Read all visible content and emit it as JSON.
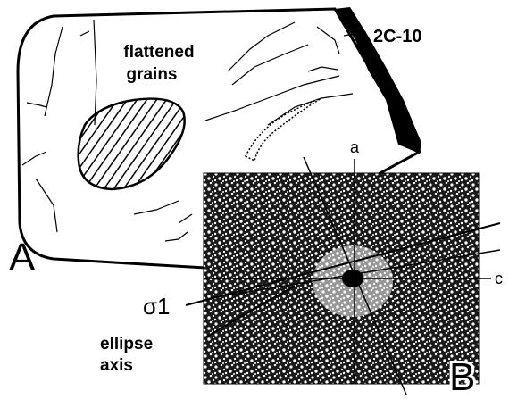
{
  "panel_a": {
    "letter": "A",
    "label_line1": "flattened",
    "label_line2": "grains",
    "sample_id": "2C-10"
  },
  "panel_b": {
    "letter": "B",
    "axis_a": "a",
    "axis_c": "c",
    "sigma_label": "σ1",
    "ellipse_line1": "ellipse",
    "ellipse_line2": "axis"
  }
}
